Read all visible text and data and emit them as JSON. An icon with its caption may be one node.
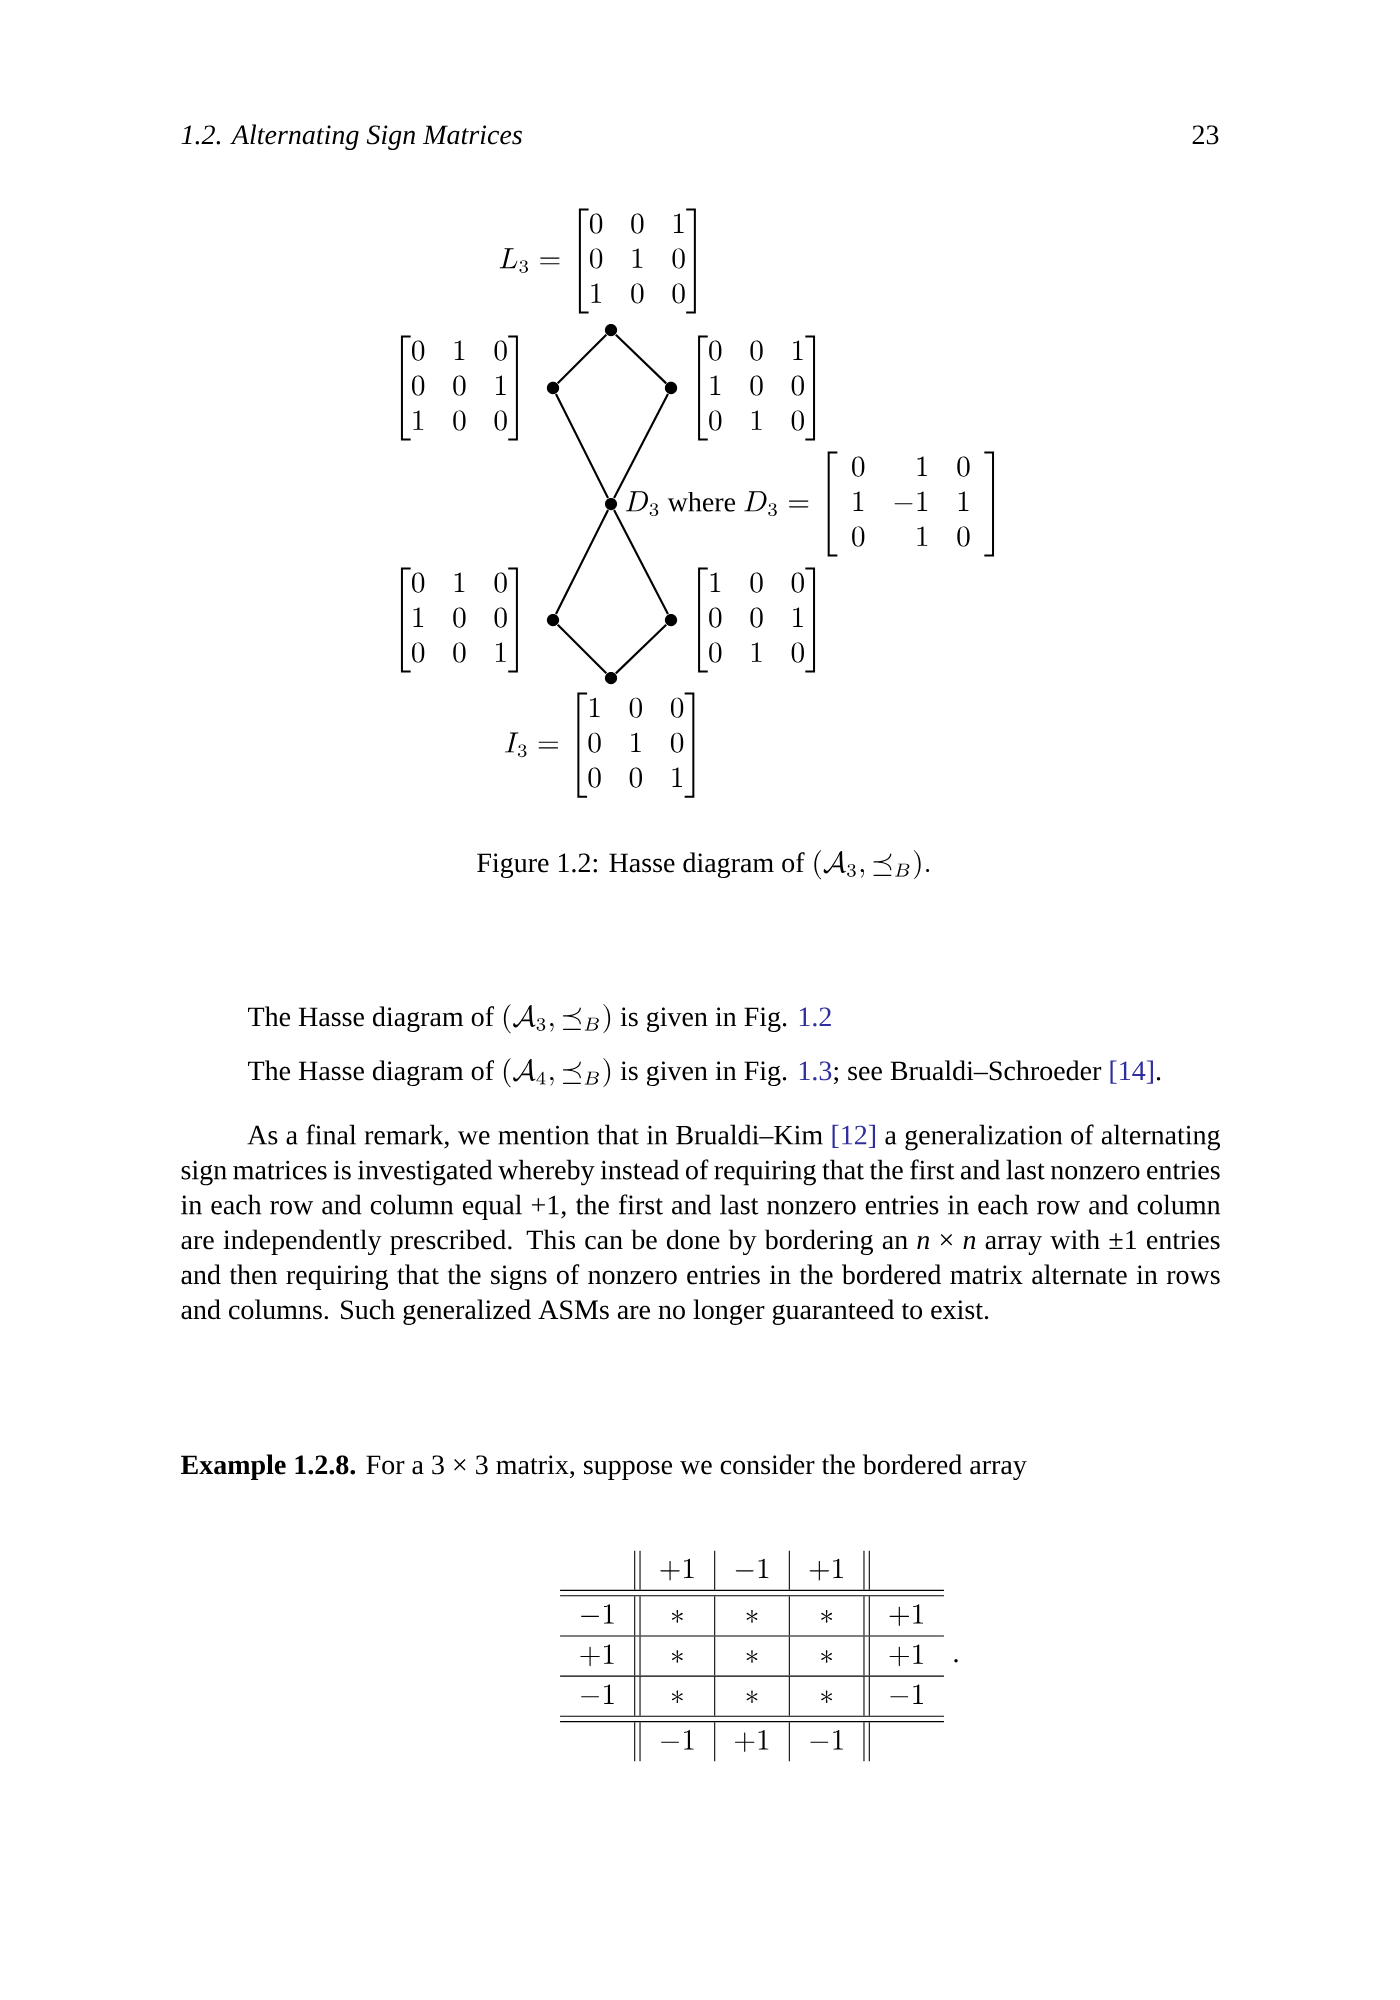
{
  "diagram": {
    "caption": "\\text{Figure 1.2: Hasse diagram of } (\\mathcal{A}_3, \\preceq_B).",
    "nodes": [
      {
        "text": [],
        "shape": "circle",
        "beside": [
          "L_3 = \\begin{bmatrix} 0 & 0 & 1 \\\\ 0 & 1 & 0 \\\\ 1 & 0 & 0 \\end{bmatrix}"
        ]
      },
      {
        "text": [],
        "shape": "circle",
        "beside": [
          "\\begin{bmatrix} 0 & 1 & 0 \\\\ 0 & 0 & 1 \\\\ 1 & 0 & 0 \\end{bmatrix}"
        ]
      },
      {
        "text": [],
        "shape": "circle",
        "beside": [
          "\\begin{bmatrix} 0 & 0 & 1 \\\\ 1 & 0 & 0 \\\\ 0 & 1 & 0 \\end{bmatrix}"
        ]
      },
      {
        "text": [],
        "shape": "circle",
        "beside": [
          "D_3 \\text{ where } D_3 = \\left[\\begin{array}{crc} 0 & 1 & 0 \\\\ 1 & -1 & 1 \\\\ 0 & 1 & 0 \\end{array}\\right]"
        ]
      },
      {
        "text": [],
        "shape": "circle",
        "beside": [
          "\\begin{bmatrix} 0 & 1 & 0 \\\\ 1 & 0 & 0 \\\\ 0 & 0 & 1 \\end{bmatrix}"
        ]
      },
      {
        "text": [],
        "shape": "circle",
        "beside": [
          "\\begin{bmatrix} 1 & 0 & 0 \\\\ 0 & 0 & 1 \\\\ 0 & 1 & 0 \\end{bmatrix}"
        ]
      },
      {
        "text": [],
        "shape": "circle",
        "beside": [
          "I_3 = \\begin{bmatrix} 1 & 0 & 0 \\\\ 0 & 1 & 0 \\\\ 0 & 0 & 1 \\end{bmatrix}"
        ]
      }
    ],
    "edges": [
      {
        "from": 0,
        "to": 1,
        "arrow": "none"
      },
      {
        "from": 0,
        "to": 2,
        "arrow": "none"
      },
      {
        "from": 1,
        "to": 3,
        "arrow": "none"
      },
      {
        "from": 2,
        "to": 3,
        "arrow": "none"
      },
      {
        "from": 3,
        "to": 4,
        "arrow": "none"
      },
      {
        "from": 3,
        "to": 5,
        "arrow": "none"
      },
      {
        "from": 4,
        "to": 6,
        "arrow": "none"
      },
      {
        "from": 5,
        "to": 6,
        "arrow": "none"
      }
    ],
    "labels": [
      "1.2. Alternating Sign Matrices",
      "23",
      "The Hasse diagram of",
      "(\\mathcal{A}_3, \\preceq_B)",
      "is given in Fig.",
      "1.2",
      "The Hasse diagram of",
      "(\\mathcal{A}_4, \\preceq_B)",
      "is given in Fig.",
      "1.3",
      "; see Brualdi–Schroeder",
      "[14]",
      ".",
      "As a final remark, we mention that in Brualdi–Kim",
      "[12]",
      "a generalization of alternating sign matrices is investigated whereby instead of requiring that the first and last nonzero entries in each row and column equal +1, the first and last nonzero entries in each row and column are independently prescribed. This can be done by bordering an *n* × *n* array with ±1 entries and then requiring that the signs of nonzero entries in the bordered matrix alternate in rows and columns. Such generalized ASMs are no longer guaranteed to exist.",
      "**Example 1.2.8.** For a 3 × 3 matrix, suppose we consider the bordered array",
      "+1",
      "-1",
      "+1",
      "-1",
      "*",
      "*",
      "*",
      "+1",
      "+1",
      "*",
      "*",
      "*",
      "+1",
      "-1",
      "*",
      "*",
      "*",
      "-1",
      "-1",
      "+1",
      "-1",
      "."
    ]
  }
}
